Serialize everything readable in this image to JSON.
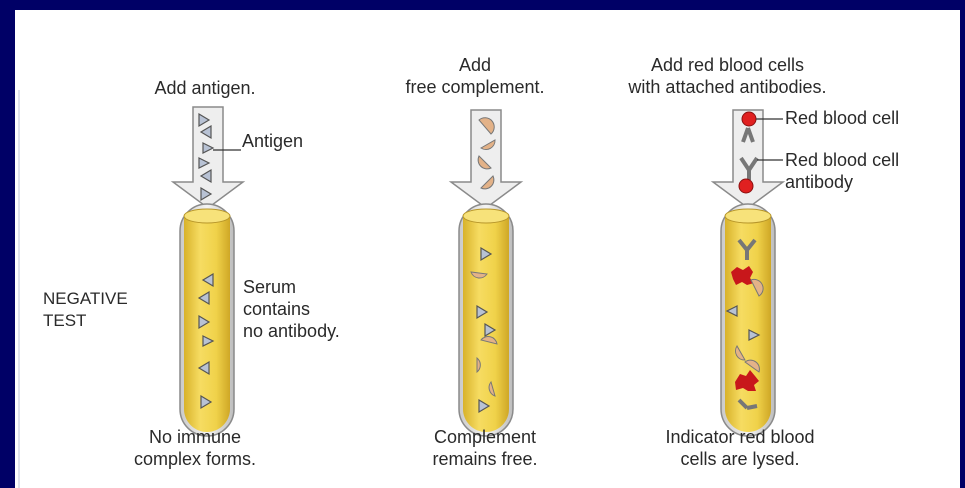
{
  "colors": {
    "background_frame": "#000066",
    "panel": "#ffffff",
    "tube_fill": "#f0d24a",
    "tube_outline": "#8a8a8a",
    "arrow_fill": "#eeeeee",
    "red_blood_cell": "#e02020",
    "complement": "#e3b288",
    "antigen": "#b8c2d4"
  },
  "panels": [
    {
      "instruction": [
        "Add antigen."
      ],
      "label": "Antigen",
      "side_text": [
        "Serum",
        "contains",
        "no antibody."
      ],
      "result": [
        "No immune",
        "complex forms."
      ]
    },
    {
      "instruction": [
        "Add",
        "free complement."
      ],
      "result": [
        "Complement",
        "remains free."
      ]
    },
    {
      "instruction": [
        "Add red blood cells",
        "with attached antibodies."
      ],
      "labels": [
        "Red blood cell",
        "Red blood cell",
        "antibody"
      ],
      "result": [
        "Indicator red blood",
        "cells are lysed."
      ]
    }
  ],
  "test_label": [
    "NEGATIVE",
    "TEST"
  ]
}
